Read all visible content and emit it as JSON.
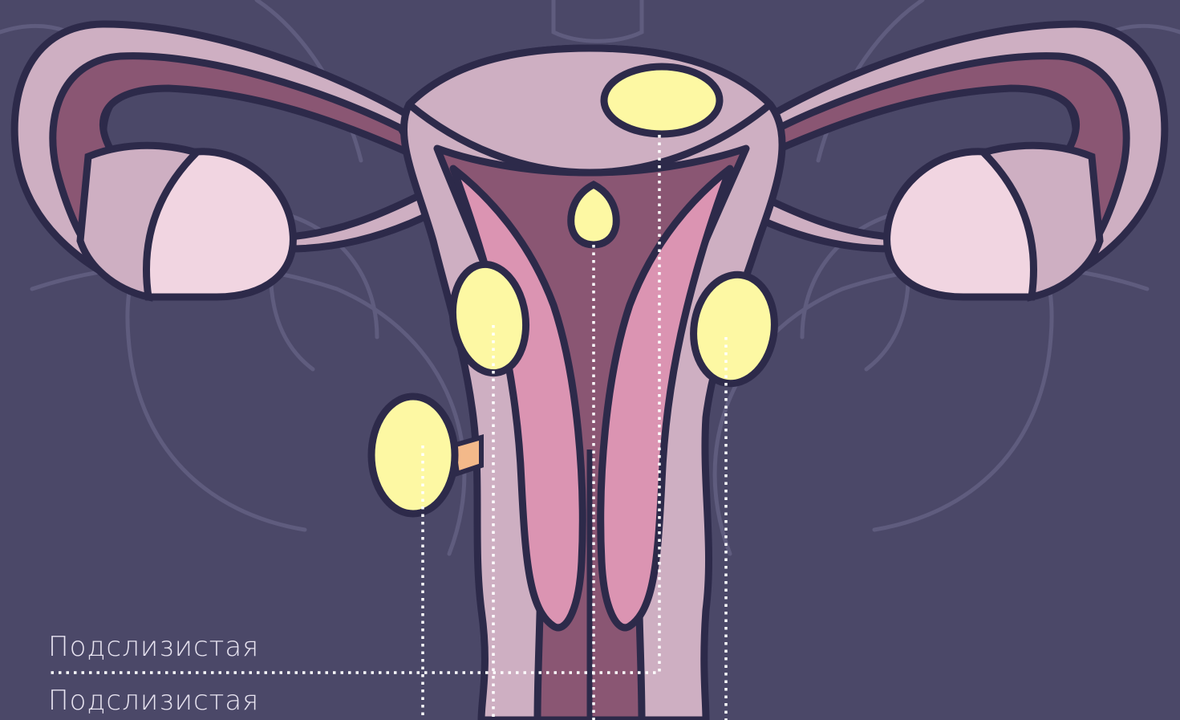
{
  "labels": [
    {
      "text": "Подслизистая"
    },
    {
      "text": "Подслизистая"
    }
  ],
  "colors": {
    "background": "#4b4868",
    "pelvis_outline": "#5f5c7e",
    "outline": "#2d2a4a",
    "uterus_tissue": "#ceafc2",
    "dark_lumen": "#8a5673",
    "endometrium": "#db94b2",
    "ovary": "#f1d5e1",
    "fibroid": "#fdf8a3",
    "stalk": "#f3b98a",
    "leader_line": "#ffffff"
  },
  "icons": [
    "uterus-diagram",
    "fibroid-nodule-icon",
    "ovary-icon",
    "fallopian-tube-icon",
    "pelvis-bone-icon"
  ]
}
